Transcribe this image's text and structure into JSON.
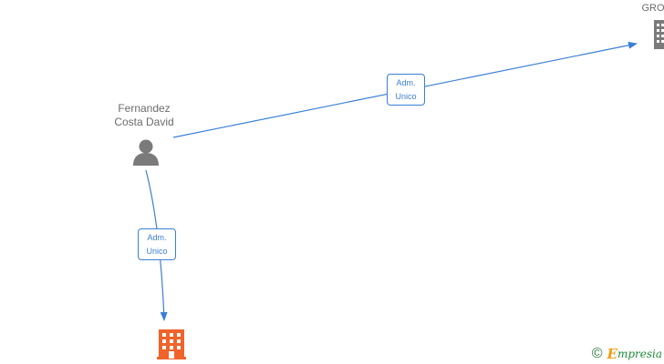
{
  "nodes": {
    "person": {
      "name_line1": "Fernandez",
      "name_line2": "Costa David",
      "icon": "person-icon",
      "color": "#7a7a7a"
    },
    "company_top_right": {
      "label": "GROU",
      "icon": "building-icon",
      "color": "#7a7a7a"
    },
    "company_bottom": {
      "icon": "building-icon",
      "color": "#f0632a"
    }
  },
  "edges": [
    {
      "from": "person",
      "to": "company_top_right",
      "label_line1": "Adm.",
      "label_line2": "Unico"
    },
    {
      "from": "person",
      "to": "company_bottom",
      "label_line1": "Adm.",
      "label_line2": "Unico"
    }
  ],
  "footer": {
    "copyright_symbol": "©",
    "brand_first_letter": "E",
    "brand_rest": "mpresia"
  },
  "colors": {
    "edge": "#3a7fd5",
    "label_text": "#6b6b6b",
    "brand_green": "#1f8a3a",
    "brand_orange": "#f39c12"
  }
}
